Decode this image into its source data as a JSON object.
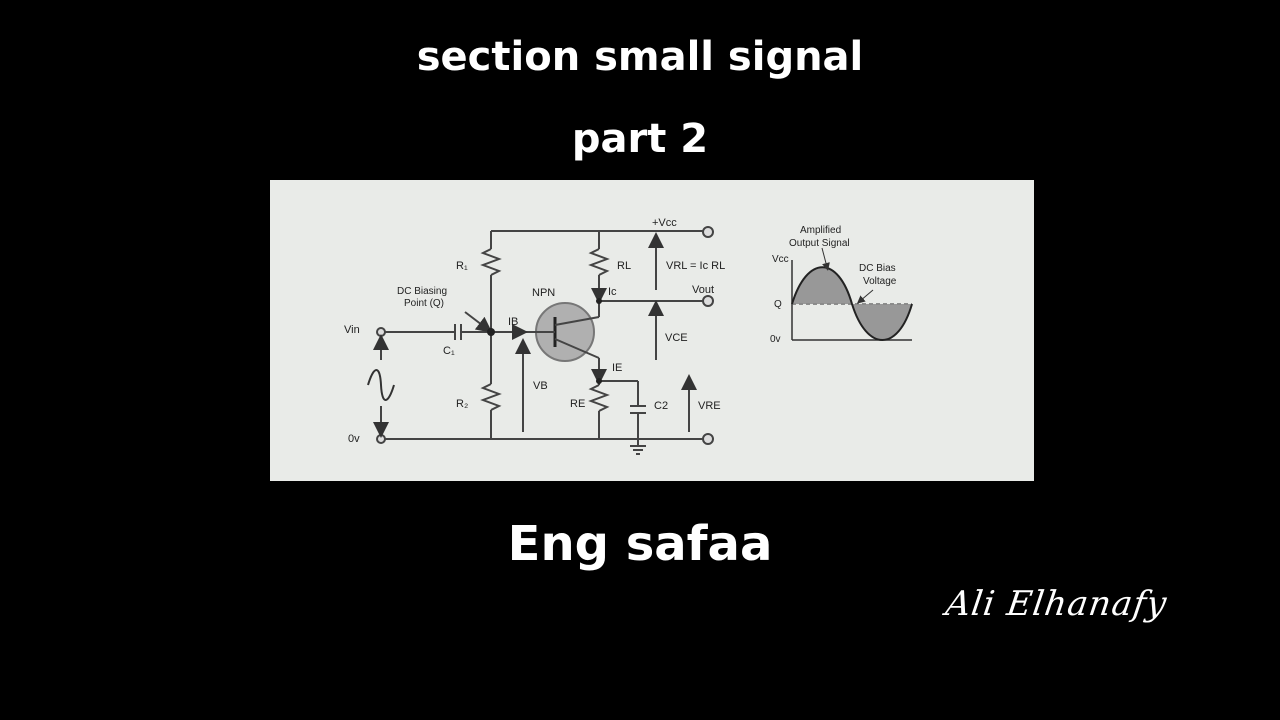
{
  "header": {
    "title": "section small signal",
    "subtitle": "part 2"
  },
  "author": "Eng safaa",
  "signature": "Ali Elhanafy",
  "diagram": {
    "labels": {
      "vcc": "+Vcc",
      "r1": "R₁",
      "rl": "RL",
      "vrl_eq": "VRL = Ic RL",
      "npn": "NPN",
      "ic": "Ic",
      "vout": "Vout",
      "dc_bias_1": "DC Biasing",
      "dc_bias_2": "Point (Q)",
      "vin": "Vin",
      "c1": "C₁",
      "ib": "IB",
      "vce": "VCE",
      "ie": "IE",
      "vb": "VB",
      "r2": "R₂",
      "re": "RE",
      "c2": "C2",
      "vre": "VRE",
      "zero_v": "0v"
    },
    "waveform": {
      "title1": "Amplified",
      "title2": "Output Signal",
      "vcc": "Vcc",
      "dcbias1": "DC Bias",
      "dcbias2": "Voltage",
      "q": "Q",
      "zero_v": "0v"
    }
  }
}
